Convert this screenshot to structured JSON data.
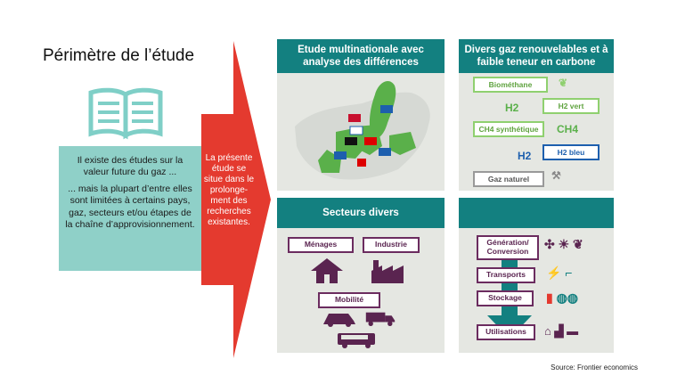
{
  "title": "Périmètre de l’étude",
  "intro": {
    "p1": "Il existe des études sur la valeur future du gaz ...",
    "p2": "... mais la plupart d’entre elles sont limitées à certains pays, gaz, secteurs et/ou étapes de la chaîne d’approvisionnement."
  },
  "arrow_text": "La présente étude se situe dans le prolonge-ment des recherches existantes.",
  "panels": {
    "multi": {
      "title": "Etude multinationale avec analyse des différences"
    },
    "gases": {
      "title": "Divers gaz renouvelables et à faible teneur en carbone",
      "biomethane": "Biométhane",
      "h2_green": "H2 vert",
      "ch4_synth": "CH4 synthétique",
      "h2_blue": "H2 bleu",
      "natural_gas": "Gaz naturel",
      "h2_glyph": "H2",
      "ch4_glyph": "CH4"
    },
    "sectors": {
      "title": "Secteurs divers",
      "households": "Ménages",
      "industry": "Industrie",
      "mobility": "Mobilité"
    },
    "chain": {
      "generation": "Génération/ Conversion",
      "transport": "Transports",
      "storage": "Stockage",
      "uses": "Utilisations"
    }
  },
  "source": "Source: Frontier economics",
  "colors": {
    "teal_header": "#138080",
    "intro_bg": "#8fd0c8",
    "arrow_red": "#e43a2f",
    "purple": "#6b2c5f",
    "green": "#8fd06f",
    "blue": "#1d5fae",
    "panel_bg": "#e5e7e2"
  }
}
